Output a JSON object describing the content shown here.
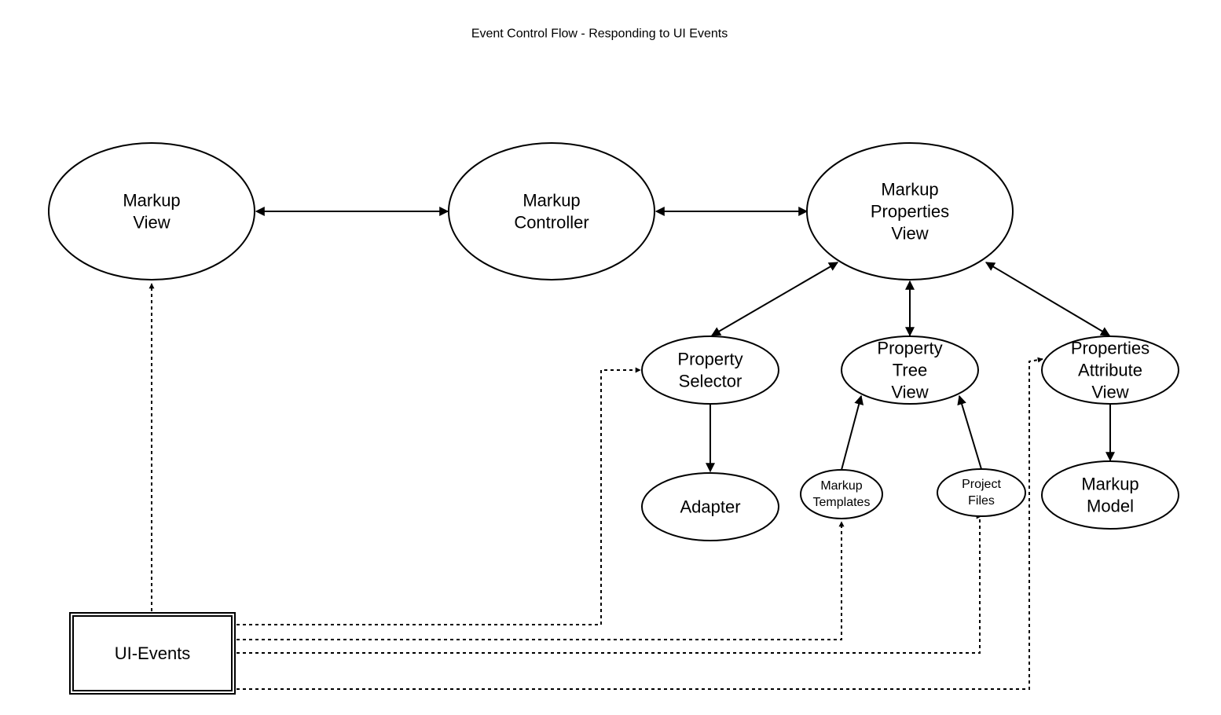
{
  "title": "Event Control Flow - Responding to UI Events",
  "colors": {
    "stroke": "#000000",
    "fill": "#ffffff",
    "text": "#000000"
  },
  "nodes": {
    "markup_view": [
      "Markup",
      "View"
    ],
    "markup_controller": [
      "Markup",
      "Controller"
    ],
    "markup_properties_view": [
      "Markup",
      "Properties",
      "View"
    ],
    "property_selector": [
      "Property",
      "Selector"
    ],
    "property_tree_view": [
      "Property",
      "Tree",
      "View"
    ],
    "properties_attribute_view": [
      "Properties",
      "Attribute",
      "View"
    ],
    "adapter": [
      "Adapter"
    ],
    "markup_templates": [
      "Markup",
      "Templates"
    ],
    "project_files": [
      "Project",
      "Files"
    ],
    "markup_model": [
      "Markup",
      "Model"
    ],
    "ui_events": [
      "UI-Events"
    ]
  },
  "edges": [
    {
      "from": "markup_view",
      "to": "markup_controller",
      "style": "solid",
      "arrows": "both"
    },
    {
      "from": "markup_controller",
      "to": "markup_properties_view",
      "style": "solid",
      "arrows": "both"
    },
    {
      "from": "markup_properties_view",
      "to": "property_selector",
      "style": "solid",
      "arrows": "both"
    },
    {
      "from": "markup_properties_view",
      "to": "property_tree_view",
      "style": "solid",
      "arrows": "both"
    },
    {
      "from": "markup_properties_view",
      "to": "properties_attribute_view",
      "style": "solid",
      "arrows": "both"
    },
    {
      "from": "property_selector",
      "to": "adapter",
      "style": "solid",
      "arrows": "end"
    },
    {
      "from": "markup_templates",
      "to": "property_tree_view",
      "style": "solid",
      "arrows": "end"
    },
    {
      "from": "project_files",
      "to": "property_tree_view",
      "style": "solid",
      "arrows": "end"
    },
    {
      "from": "properties_attribute_view",
      "to": "markup_model",
      "style": "solid",
      "arrows": "end"
    },
    {
      "from": "ui_events",
      "to": "markup_view",
      "style": "dashed",
      "arrows": "end"
    },
    {
      "from": "ui_events",
      "to": "property_selector",
      "style": "dashed",
      "arrows": "end"
    },
    {
      "from": "ui_events",
      "to": "markup_templates",
      "style": "dashed",
      "arrows": "end"
    },
    {
      "from": "ui_events",
      "to": "project_files",
      "style": "dashed",
      "arrows": "end"
    },
    {
      "from": "ui_events",
      "to": "properties_attribute_view",
      "style": "dashed",
      "arrows": "end"
    }
  ]
}
